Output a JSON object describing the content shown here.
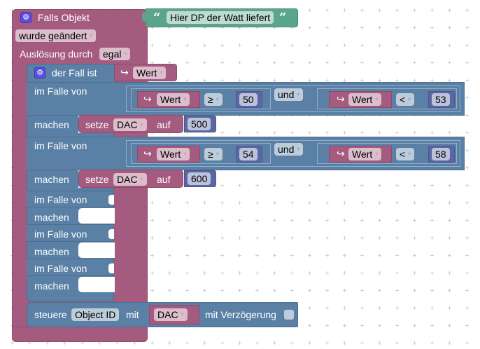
{
  "workspace": {
    "background": "#ffffff",
    "grid_spacing_note": "dotted-grid"
  },
  "colors": {
    "event_block": "#a55b80",
    "logic_block": "#5b80a5",
    "text_block": "#5ba58c",
    "number_block": "#5b67a5",
    "gear_icon": "#5a4fe0"
  },
  "trigger": {
    "title": "Falls Objekt",
    "object_text": "Hier DP der Watt liefert",
    "quote_open": "“",
    "quote_close": "”",
    "condition_select": "wurde geändert",
    "trigger_label": "Auslösung durch",
    "trigger_select": "egal"
  },
  "switch": {
    "title": "der Fall ist",
    "variable": "Wert",
    "variable_arrow": "↪",
    "case_label": "im Falle von",
    "do_label": "machen",
    "cases": [
      {
        "left": {
          "variable": "Wert",
          "op": "≥",
          "value": "50"
        },
        "logic_op": "und",
        "right": {
          "variable": "Wert",
          "op": "<",
          "value": "53"
        },
        "action": {
          "set_label": "setze",
          "variable": "DAC",
          "to_label": "auf",
          "value": "500"
        }
      },
      {
        "left": {
          "variable": "Wert",
          "op": "≥",
          "value": "54"
        },
        "logic_op": "und",
        "right": {
          "variable": "Wert",
          "op": "<",
          "value": "58"
        },
        "action": {
          "set_label": "setze",
          "variable": "DAC",
          "to_label": "auf",
          "value": "600"
        }
      },
      {
        "empty": true
      },
      {
        "empty": true
      },
      {
        "empty": true
      }
    ]
  },
  "control": {
    "label": "steuere",
    "object": "Object ID",
    "with_label": "mit",
    "variable": "DAC",
    "delay_label": "mit Verzögerung",
    "delay_checked": false
  },
  "icons": {
    "gear": "⚙",
    "dropdown": "▾"
  }
}
